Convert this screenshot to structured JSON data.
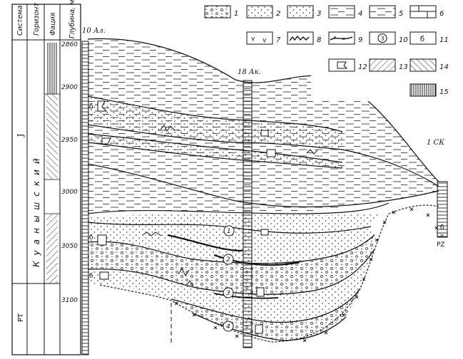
{
  "columns": {
    "system": "Система",
    "horizon": "Горизонт",
    "facies": "Фация",
    "depth": "Глубина, м"
  },
  "system_labels": {
    "upper": "J",
    "lower": "PT"
  },
  "horizon_label": "Куанышский",
  "depth_ticks": [
    "2860",
    "2900",
    "2950",
    "3000",
    "3050",
    "3100"
  ],
  "wells": [
    {
      "id": "10 Ал."
    },
    {
      "id": "18 Ак."
    },
    {
      "id": "1 СК"
    }
  ],
  "well_bottom_label": "PZ",
  "facies_marks": [
    "б",
    "б",
    "б",
    "б"
  ],
  "layer_numbers": [
    "1",
    "2",
    "3",
    "4"
  ],
  "legend": [
    "1",
    "2",
    "3",
    "4",
    "5",
    "6",
    "7",
    "8",
    "9",
    "10",
    "11",
    "12",
    "13",
    "14",
    "15"
  ],
  "legend_symbols": {
    "v": "v",
    "circle_num": "3",
    "b": "б"
  }
}
